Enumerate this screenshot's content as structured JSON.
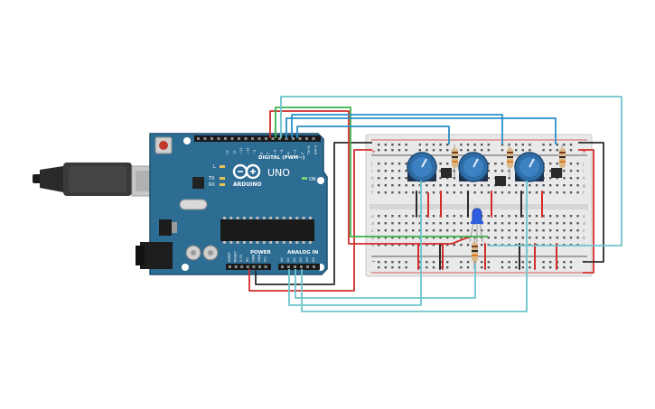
{
  "board": {
    "brand": "ARDUINO",
    "model": "UNO",
    "digital_label": "DIGITAL (PWM~)",
    "power_label": "POWER",
    "analog_label": "ANALOG IN",
    "on_label": "ON",
    "l_label": "L",
    "tx_label": "TX",
    "rx_label": "RX",
    "aref_label": "AREF",
    "gnd_label": "GND",
    "digital_pins": [
      "13",
      "12",
      "~11",
      "~10",
      "~9",
      "8",
      "7",
      "~6",
      "~5",
      "4",
      "~3",
      "2",
      "TX→1",
      "RX←0"
    ],
    "power_pins": [
      "IOREF",
      "RESET",
      "3.3V",
      "5V",
      "GND",
      "GND",
      "Vin"
    ],
    "analog_pins": [
      "A0",
      "A1",
      "A2",
      "A3",
      "A4",
      "A5"
    ]
  },
  "breadboard": {
    "row_letters_top": [
      "j",
      "i",
      "h",
      "g",
      "f"
    ],
    "row_letters_bottom": [
      "e",
      "d",
      "c",
      "b",
      "a"
    ],
    "rail_plus": "+",
    "rail_minus": "−"
  },
  "colors": {
    "board": "#2e6d93",
    "board_edge": "#1f4f6d",
    "breadboard": "#e9e9e9",
    "wire_red": "#d42b2b",
    "wire_black": "#2b2b2b",
    "wire_teal": "#6cc5cc",
    "wire_blue": "#2a8fc7",
    "wire_green": "#3bb04a",
    "pot": "#2f6da6",
    "led": "#2f5fe0"
  }
}
